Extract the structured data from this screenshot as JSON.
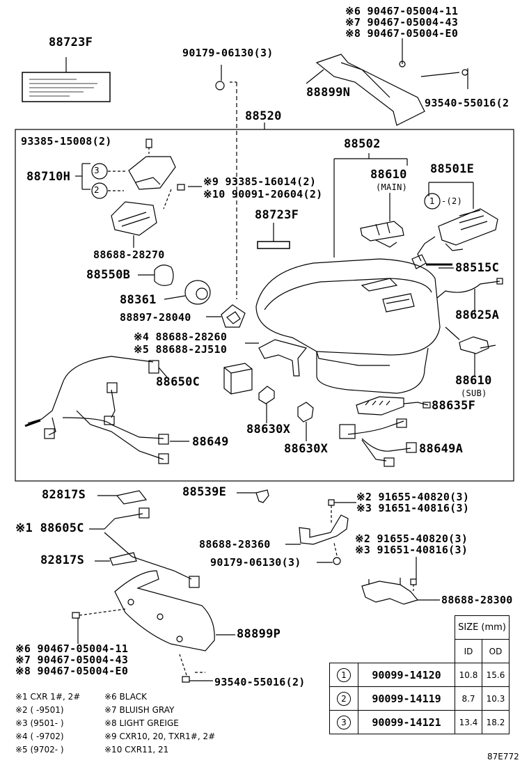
{
  "labels": {
    "p88723F_top": "88723F",
    "p90179_top": "90179-06130(3)",
    "p88899N": "88899N",
    "p9046711_top": "※6 90467-05004-11",
    "p9046743_top": "※7 90467-05004-43",
    "p90467E0_top": "※8 90467-05004-E0",
    "p93540_top": "93540-55016(2",
    "p88520": "88520",
    "p93385_15008": "93385-15008(2)",
    "p88710H": "88710H",
    "p93385_16014": "※9 93385-16014(2)",
    "p90091": "※10 90091-20604(2)",
    "p88688_28270": "88688-28270",
    "p88550B": "88550B",
    "p88361": "88361",
    "p88897": "88897-28040",
    "p88688_28260": "※4 88688-28260",
    "p88688_2J510": "※5 88688-2J510",
    "p88650C": "88650C",
    "p88649": "88649",
    "p88630X_a": "88630X",
    "p88630X_b": "88630X",
    "p88502": "88502",
    "p88723F_mid": "88723F",
    "p88610_main": "88610",
    "p88610_main_sub": "(MAIN)",
    "p88501E": "88501E",
    "p88501E_q": "-(2)",
    "p88515C": "88515C",
    "p88625A": "88625A",
    "p88610_sub": "88610",
    "p88610_sub_sub": "(SUB)",
    "p88635F": "88635F",
    "p88649A": "88649A",
    "p82817S_a": "82817S",
    "p88539E": "88539E",
    "p88605C": "※1 88605C",
    "p82817S_b": "82817S",
    "p91655_a": "※2 91655-40820(3)",
    "p91651_a": "※3 91651-40816(3)",
    "p88688_28360": "88688-28360",
    "p91655_b": "※2 91655-40820(3)",
    "p91651_b": "※3 91651-40816(3)",
    "p90179_bot": "90179-06130(3)",
    "p88688_28300": "88688-28300",
    "p88899P": "88899P",
    "p9046711_bot": "※6 90467-05004-11",
    "p9046743_bot": "※7 90467-05004-43",
    "p90467E0_bot": "※8 90467-05004-E0",
    "p93540_bot": "93540-55016(2)",
    "callout_3a": "3",
    "callout_2a": "2",
    "callout_1a": "1",
    "diagram_code": "87E772"
  },
  "notes": [
    "※1 CXR 1#, 2#",
    "※2 (      -9501)",
    "※3 (9501-      )",
    "※4 (      -9702)",
    "※5 (9702-      )",
    "※6 BLACK",
    "※7 BLUISH GRAY",
    "※8 LIGHT GREIGE",
    "※9 CXR10, 20, TXR1#, 2#",
    "※10 CXR11, 21"
  ],
  "size_table": {
    "header": "SIZE (mm)",
    "col_id": "ID",
    "col_od": "OD",
    "rows": [
      {
        "mark": "1",
        "part": "90099-14120",
        "id": "10.8",
        "od": "15.6"
      },
      {
        "mark": "2",
        "part": "90099-14119",
        "id": "8.7",
        "od": "10.3"
      },
      {
        "mark": "3",
        "part": "90099-14121",
        "id": "13.4",
        "od": "18.2"
      }
    ]
  }
}
